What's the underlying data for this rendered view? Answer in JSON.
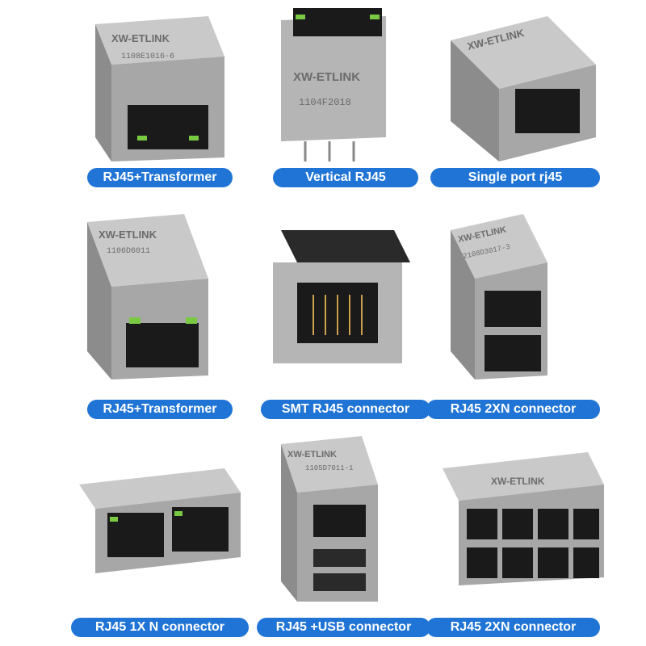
{
  "brand": "XW-ETLINK",
  "label_color": "#1f74d6",
  "products": [
    {
      "label": "RJ45+Transformer",
      "part_no": "1108E1016-6"
    },
    {
      "label": "Vertical RJ45",
      "part_no": "1104F2018"
    },
    {
      "label": "Single port rj45",
      "part_no": ""
    },
    {
      "label": "RJ45+Transformer",
      "part_no": "1106D6011"
    },
    {
      "label": "SMT RJ45 connector",
      "part_no": ""
    },
    {
      "label": "RJ45 2XN connector",
      "part_no": "2108D3017-3"
    },
    {
      "label": "RJ45 1X N connector",
      "part_no": ""
    },
    {
      "label": "RJ45 +USB connector",
      "part_no": "1105D7011-1"
    },
    {
      "label": "RJ45 2XN connector",
      "part_no": ""
    }
  ]
}
